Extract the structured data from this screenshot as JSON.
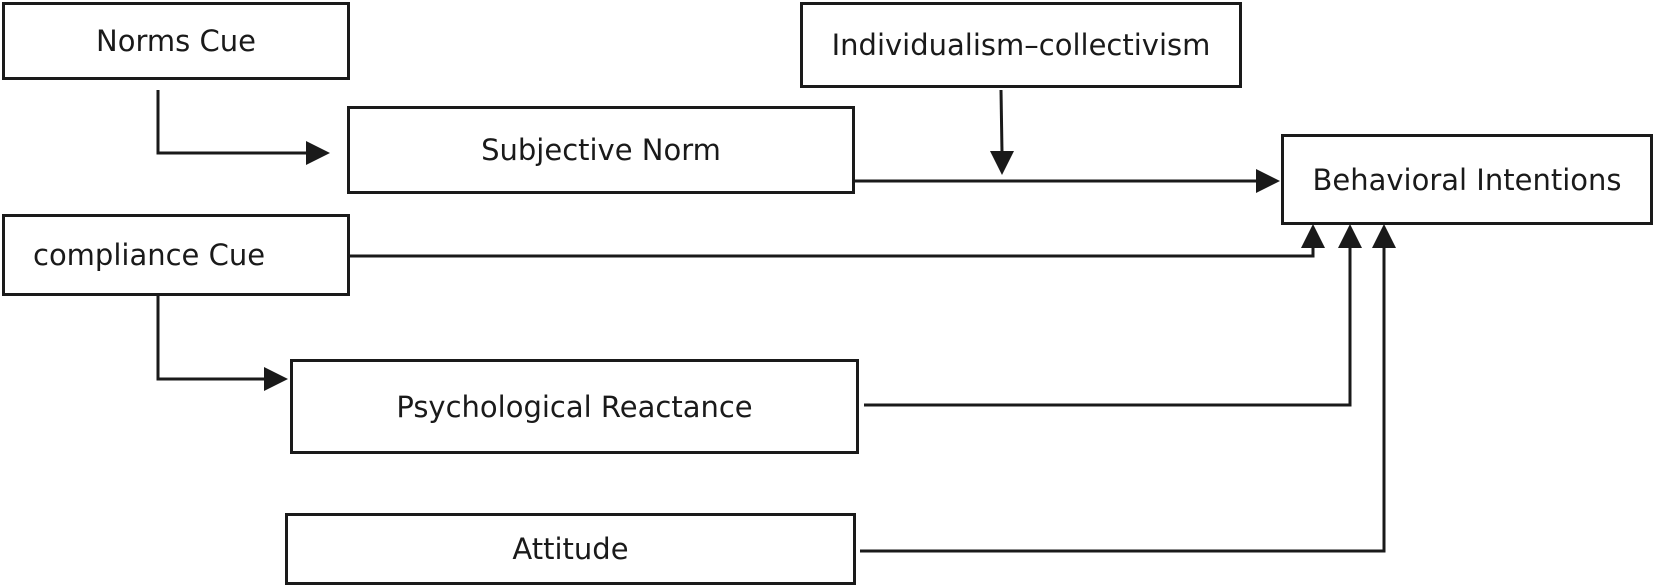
{
  "nodes": {
    "norms_cue": "Norms Cue",
    "individualism_collectivism": "Individualism–collectivism",
    "subjective_norm": "Subjective Norm",
    "behavioral_intentions": "Behavioral Intentions",
    "compliance_cue": "compliance Cue",
    "psychological_reactance": "Psychological Reactance",
    "attitude": "Attitude"
  },
  "edges": [
    {
      "from": "Norms Cue",
      "to": "Subjective Norm"
    },
    {
      "from": "Subjective Norm",
      "to": "Behavioral Intentions"
    },
    {
      "from": "Individualism–collectivism",
      "to": "Subjective Norm → Behavioral Intentions"
    },
    {
      "from": "compliance Cue",
      "to": "Behavioral Intentions"
    },
    {
      "from": "compliance Cue",
      "to": "Psychological Reactance"
    },
    {
      "from": "Psychological Reactance",
      "to": "Behavioral Intentions"
    },
    {
      "from": "Attitude",
      "to": "Behavioral Intentions"
    }
  ]
}
